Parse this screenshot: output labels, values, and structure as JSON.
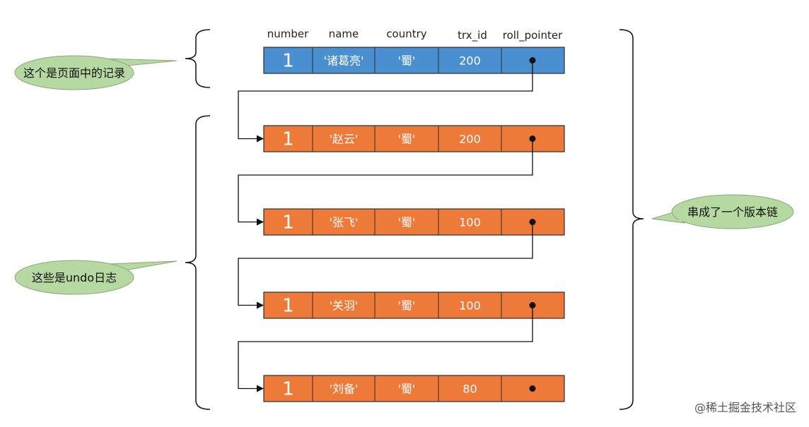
{
  "headers": [
    "number",
    "name",
    "country",
    "trx_id",
    "roll_pointer"
  ],
  "page_record": {
    "number": "1",
    "name": "'诸葛亮'",
    "country": "'蜀'",
    "trx_id": "200",
    "color": "#4a8fcf"
  },
  "undo_records": [
    {
      "number": "1",
      "name": "'赵云'",
      "country": "'蜀'",
      "trx_id": "200"
    },
    {
      "number": "1",
      "name": "'张飞'",
      "country": "'蜀'",
      "trx_id": "100"
    },
    {
      "number": "1",
      "name": "'关羽'",
      "country": "'蜀'",
      "trx_id": "100"
    },
    {
      "number": "1",
      "name": "'刘备'",
      "country": "'蜀'",
      "trx_id": "80"
    }
  ],
  "undo_color": "#ee7a3a",
  "callouts": {
    "page_record": "这个是页面中的记录",
    "undo_log": "这些是undo日志",
    "version_chain": "串成了一个版本链"
  },
  "callout_color": "#b5d9a1",
  "watermark": "@稀土掘金技术社区"
}
